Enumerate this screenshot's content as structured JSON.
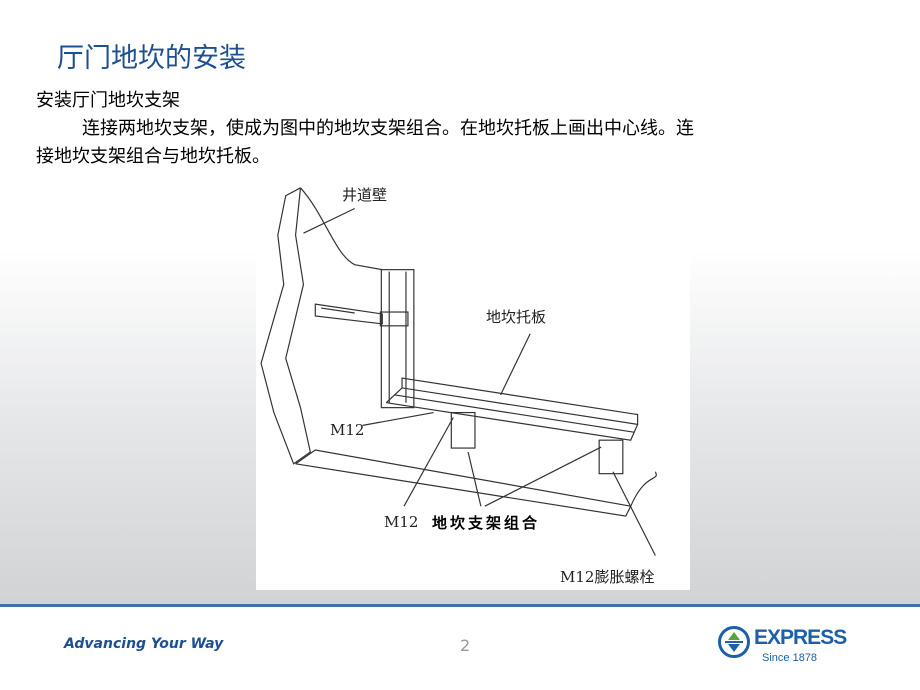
{
  "slide": {
    "title": "厅门地坎的安装",
    "subtitle": "安装厅门地坎支架",
    "body_line1": "连接两地坎支架，使成为图中的地坎支架组合。在地坎托板上画出中心线。连",
    "body_line2": "接地坎支架组合与地坎托板。"
  },
  "figure": {
    "labels": {
      "wall": "井道壁",
      "sill_plate": "地坎托板",
      "m12_left": "M12",
      "m12_bottom": "M12",
      "bracket_assembly": "地坎支架组合",
      "expansion_bolt": "M12膨胀螺栓"
    }
  },
  "footer": {
    "tagline": "Advancing Your Way",
    "page_number": "2",
    "logo_name": "EXPRESS",
    "logo_since": "Since 1878"
  },
  "colors": {
    "title": "#1d4f91",
    "brand": "#1d5fa8",
    "footer_line": "#3f6fa8"
  }
}
